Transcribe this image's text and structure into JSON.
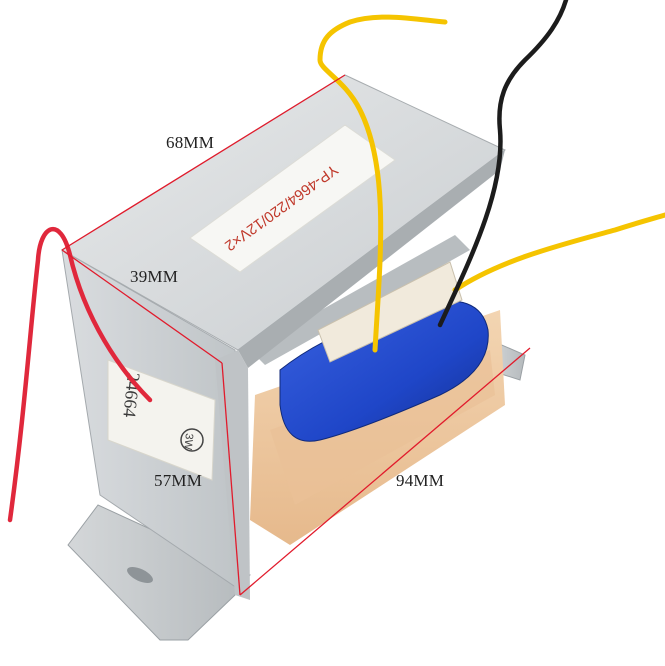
{
  "dimensions": {
    "length": "68MM",
    "width": "39MM",
    "height": "57MM",
    "diagonal": "94MM"
  },
  "top_sticker_text": "YP-4664/220/12V×2",
  "side_sticker_text": "24664",
  "side_stamp_text": "3W",
  "colors": {
    "red_wire": "#e0283c",
    "yellow_wire": "#f5c400",
    "black_wire": "#1c1c1c",
    "coil_blue": "#1f46c8",
    "bobbin": "#efc9a0",
    "steel": "#cfd3d6",
    "dimension_line": "#e11b2c"
  }
}
